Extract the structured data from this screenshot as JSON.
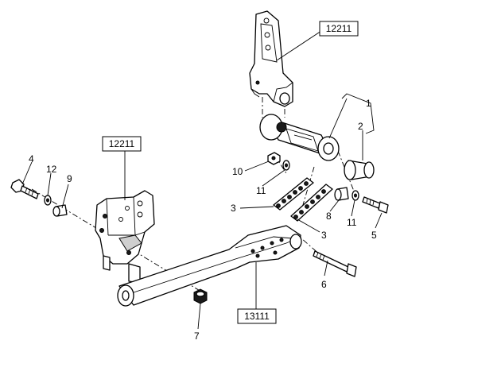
{
  "refs": {
    "ref_top": "12211",
    "ref_left": "12211",
    "ref_bottom": "13111"
  },
  "callouts": {
    "c1": "1",
    "c2": "2",
    "c3a": "3",
    "c3b": "3",
    "c4": "4",
    "c5": "5",
    "c6": "6",
    "c7": "7",
    "c8": "8",
    "c9": "9",
    "c10": "10",
    "c11a": "11",
    "c11b": "11",
    "c12": "12"
  }
}
